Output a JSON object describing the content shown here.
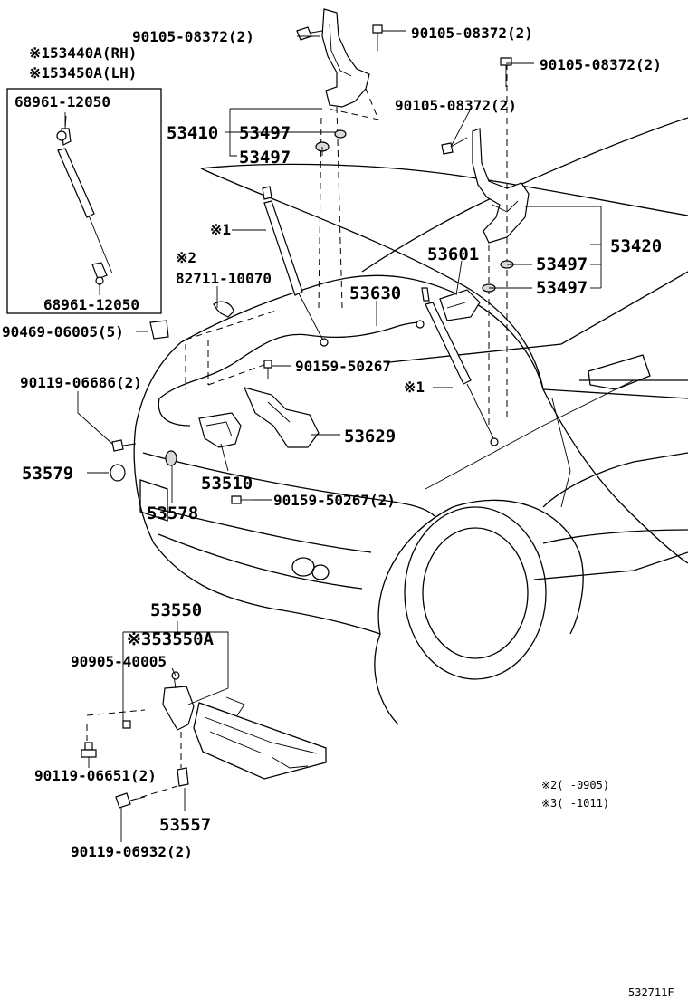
{
  "diagram": {
    "labels": {
      "l_90105_a": "90105-08372(2)",
      "l_90105_b": "90105-08372(2)",
      "l_90105_c": "90105-08372(2)",
      "l_90105_d": "90105-08372(2)",
      "l_53440a": "※153440A(RH)",
      "l_53450a": "※153450A(LH)",
      "l_68961_top": "68961-12050",
      "l_68961_bot": "68961-12050",
      "l_53410": "53410",
      "l_53497_a": "53497",
      "l_53497_b": "53497",
      "l_53497_c": "53497",
      "l_53497_d": "53497",
      "l_53420": "53420",
      "l_mark1_a": "※1",
      "l_mark1_b": "※1",
      "l_mark2": "※2",
      "l_82711": "82711-10070",
      "l_53601": "53601",
      "l_53630": "53630",
      "l_90469": "90469-06005(5)",
      "l_90159_a": "90159-50267",
      "l_90119_06686": "90119-06686(2)",
      "l_53629": "53629",
      "l_53579": "53579",
      "l_53510": "53510",
      "l_53578": "53578",
      "l_90159_b": "90159-50267(2)",
      "l_53550": "53550",
      "l_53550a": "※353550A",
      "l_90905": "90905-40005",
      "l_90119_06651": "90119-06651(2)",
      "l_53557": "53557",
      "l_90119_06932": "90119-06932(2)",
      "l_note2": "※2(   -0905)",
      "l_note3": "※3(   -1011)",
      "l_code": "532711F"
    }
  }
}
